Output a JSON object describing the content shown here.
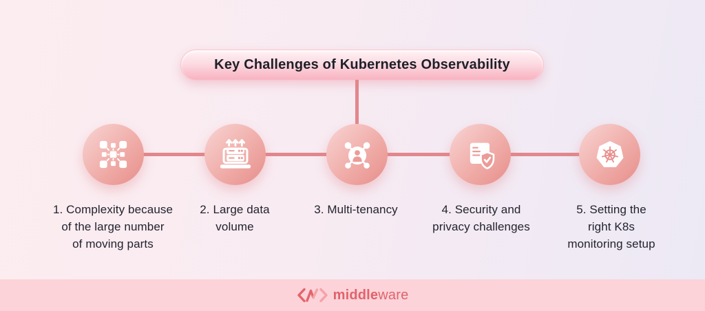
{
  "title": "Key Challenges of Kubernetes Observability",
  "challenges": [
    {
      "label": "1. Complexity because\nof the large number\nof moving parts",
      "icon": "distributed-parts-icon"
    },
    {
      "label": "2. Large data\nvolume",
      "icon": "data-volume-upload-icon"
    },
    {
      "label": "3. Multi-tenancy",
      "icon": "multi-tenancy-users-icon"
    },
    {
      "label": "4. Security and\nprivacy challenges",
      "icon": "security-shield-document-icon"
    },
    {
      "label": "5. Setting the\nright K8s\nmonitoring setup",
      "icon": "kubernetes-helm-icon"
    }
  ],
  "footer": {
    "brand_bold": "middle",
    "brand_regular": "ware"
  },
  "colors": {
    "background_left": "#fcedf0",
    "background_right": "#ece9f5",
    "connector": "#e2878d",
    "banner_top": "#fef2f5",
    "banner_bottom": "#f8b2c0",
    "circle_light": "#f8d4d3",
    "circle_dark": "#e78e8a",
    "icon_foreground": "#ffffff",
    "icon_accent": "#ec9b98",
    "footer_band": "#fcd3d8",
    "brand": "#e0636c",
    "text": "#23232d"
  }
}
